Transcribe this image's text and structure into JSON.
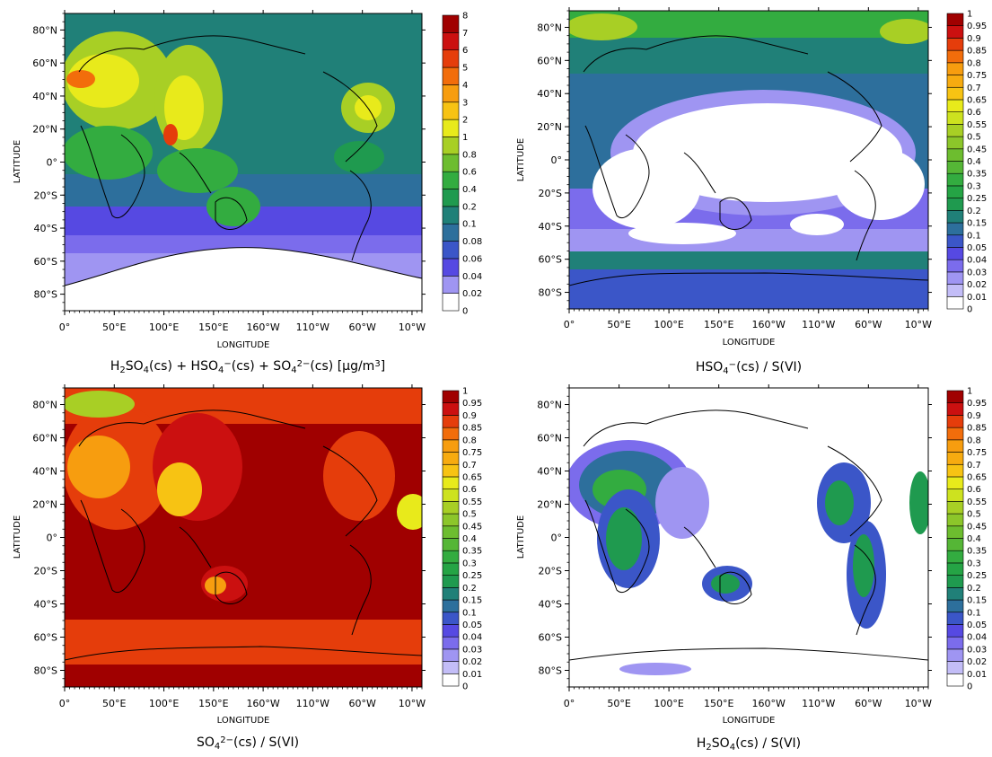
{
  "chart_data": [
    {
      "type": "heatmap",
      "xlabel": "LONGITUDE",
      "ylabel": "LATITUDE",
      "x_ticks": [
        "0°",
        "50°E",
        "100°E",
        "150°E",
        "160°W",
        "110°W",
        "60°W",
        "10°W"
      ],
      "y_ticks": [
        "80°N",
        "60°N",
        "40°N",
        "20°N",
        "0°",
        "20°S",
        "40°S",
        "60°S",
        "80°S"
      ],
      "title_parts": [
        {
          "t": "H"
        },
        {
          "t": "2",
          "s": "sub"
        },
        {
          "t": "SO"
        },
        {
          "t": "4",
          "s": "sub"
        },
        {
          "t": "(cs)  +  HSO"
        },
        {
          "t": "4",
          "s": "sub"
        },
        {
          "t": "−",
          "s": "sup"
        },
        {
          "t": "(cs)  +   SO"
        },
        {
          "t": "4",
          "s": "sub"
        },
        {
          "t": "2−",
          "s": "sup"
        },
        {
          "t": "(cs)   [μg/m"
        },
        {
          "t": "3",
          "s": "sup"
        },
        {
          "t": "]"
        }
      ],
      "colorbar": {
        "levels": [
          "0",
          "0.02",
          "0.04",
          "0.06",
          "0.08",
          "0.1",
          "0.2",
          "0.4",
          "0.6",
          "0.8",
          "1",
          "2",
          "3",
          "4",
          "5",
          "6",
          "7",
          "8"
        ],
        "colors": [
          "#ffffff",
          "#9f95f2",
          "#5649e2",
          "#3b56c8",
          "#2d6f9c",
          "#208078",
          "#1f9a4f",
          "#33ac40",
          "#6dbd2f",
          "#a8cf25",
          "#e8ea1b",
          "#f7c313",
          "#f79d0f",
          "#f26d0b",
          "#e53d0b",
          "#cb1010",
          "#a00000"
        ]
      }
    },
    {
      "type": "heatmap",
      "xlabel": "LONGITUDE",
      "ylabel": "LATITUDE",
      "x_ticks": [
        "0°",
        "50°E",
        "100°E",
        "150°E",
        "160°W",
        "110°W",
        "60°W",
        "10°W"
      ],
      "y_ticks": [
        "80°N",
        "60°N",
        "40°N",
        "20°N",
        "0°",
        "20°S",
        "40°S",
        "60°S",
        "80°S"
      ],
      "title_parts": [
        {
          "t": "HSO"
        },
        {
          "t": "4",
          "s": "sub"
        },
        {
          "t": "−",
          "s": "sup"
        },
        {
          "t": "(cs) / S(VI)"
        }
      ],
      "colorbar": {
        "levels": [
          "0",
          "0.01",
          "0.02",
          "0.03",
          "0.04",
          "0.05",
          "0.1",
          "0.15",
          "0.2",
          "0.25",
          "0.3",
          "0.35",
          "0.4",
          "0.45",
          "0.5",
          "0.55",
          "0.6",
          "0.65",
          "0.7",
          "0.75",
          "0.8",
          "0.85",
          "0.9",
          "0.95",
          "1"
        ],
        "colors": [
          "#ffffff",
          "#c3bdf7",
          "#9f95f2",
          "#7b6cec",
          "#5649e2",
          "#3b56c8",
          "#2d6f9c",
          "#208078",
          "#1f9a4f",
          "#25a445",
          "#33ac40",
          "#55b636",
          "#6dbd2f",
          "#8cc62a",
          "#a8cf25",
          "#cde21f",
          "#e8ea1b",
          "#f7c313",
          "#f7ab10",
          "#f79d0f",
          "#f26d0b",
          "#e53d0b",
          "#cb1010",
          "#a00000"
        ]
      }
    },
    {
      "type": "heatmap",
      "xlabel": "LONGITUDE",
      "ylabel": "LATITUDE",
      "x_ticks": [
        "0°",
        "50°E",
        "100°E",
        "150°E",
        "160°W",
        "110°W",
        "60°W",
        "10°W"
      ],
      "y_ticks": [
        "80°N",
        "60°N",
        "40°N",
        "20°N",
        "0°",
        "20°S",
        "40°S",
        "60°S",
        "80°S"
      ],
      "title_parts": [
        {
          "t": "SO"
        },
        {
          "t": "4",
          "s": "sub"
        },
        {
          "t": "2−",
          "s": "sup"
        },
        {
          "t": "(cs) / S(VI)"
        }
      ],
      "colorbar": {
        "levels": [
          "0",
          "0.01",
          "0.02",
          "0.03",
          "0.04",
          "0.05",
          "0.1",
          "0.15",
          "0.2",
          "0.25",
          "0.3",
          "0.35",
          "0.4",
          "0.45",
          "0.5",
          "0.55",
          "0.6",
          "0.65",
          "0.7",
          "0.75",
          "0.8",
          "0.85",
          "0.9",
          "0.95",
          "1"
        ],
        "colors": [
          "#ffffff",
          "#c3bdf7",
          "#9f95f2",
          "#7b6cec",
          "#5649e2",
          "#3b56c8",
          "#2d6f9c",
          "#208078",
          "#1f9a4f",
          "#25a445",
          "#33ac40",
          "#55b636",
          "#6dbd2f",
          "#8cc62a",
          "#a8cf25",
          "#cde21f",
          "#e8ea1b",
          "#f7c313",
          "#f7ab10",
          "#f79d0f",
          "#f26d0b",
          "#e53d0b",
          "#cb1010",
          "#a00000"
        ]
      }
    },
    {
      "type": "heatmap",
      "xlabel": "LONGITUDE",
      "ylabel": "LATITUDE",
      "x_ticks": [
        "0°",
        "50°E",
        "100°E",
        "150°E",
        "160°W",
        "110°W",
        "60°W",
        "10°W"
      ],
      "y_ticks": [
        "80°N",
        "60°N",
        "40°N",
        "20°N",
        "0°",
        "20°S",
        "40°S",
        "60°S",
        "80°S"
      ],
      "title_parts": [
        {
          "t": "H"
        },
        {
          "t": "2",
          "s": "sub"
        },
        {
          "t": "SO"
        },
        {
          "t": "4",
          "s": "sub"
        },
        {
          "t": "(cs) / S(VI)"
        }
      ],
      "colorbar": {
        "levels": [
          "0",
          "0.01",
          "0.02",
          "0.03",
          "0.04",
          "0.05",
          "0.1",
          "0.15",
          "0.2",
          "0.25",
          "0.3",
          "0.35",
          "0.4",
          "0.45",
          "0.5",
          "0.55",
          "0.6",
          "0.65",
          "0.7",
          "0.75",
          "0.8",
          "0.85",
          "0.9",
          "0.95",
          "1"
        ],
        "colors": [
          "#ffffff",
          "#c3bdf7",
          "#9f95f2",
          "#7b6cec",
          "#5649e2",
          "#3b56c8",
          "#2d6f9c",
          "#208078",
          "#1f9a4f",
          "#25a445",
          "#33ac40",
          "#55b636",
          "#6dbd2f",
          "#8cc62a",
          "#a8cf25",
          "#cde21f",
          "#e8ea1b",
          "#f7c313",
          "#f7ab10",
          "#f79d0f",
          "#f26d0b",
          "#e53d0b",
          "#cb1010",
          "#a00000"
        ]
      }
    }
  ]
}
